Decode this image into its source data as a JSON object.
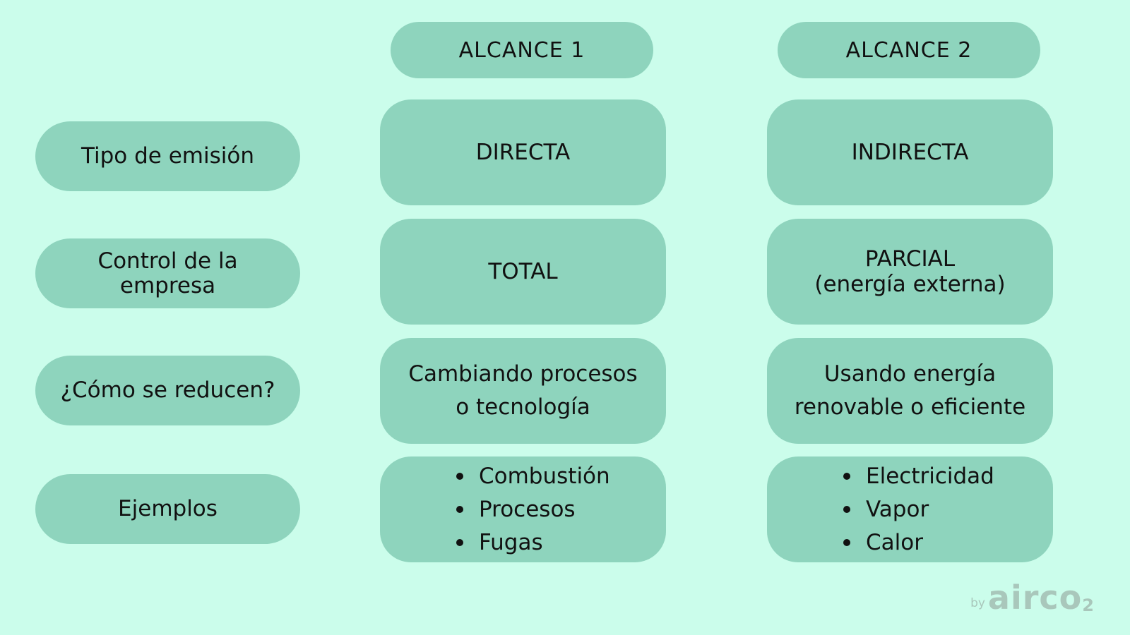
{
  "columns": [
    {
      "label": "ALCANCE 1"
    },
    {
      "label": "ALCANCE 2"
    }
  ],
  "rows": [
    {
      "label": "Tipo de emisión",
      "col1": "DIRECTA",
      "col2": "INDIRECTA"
    },
    {
      "label": "Control de la\nempresa",
      "col1": "TOTAL",
      "col2": "PARCIAL\n(energía externa)"
    },
    {
      "label": "¿Cómo se reducen?",
      "col1": "Cambiando procesos\no tecnología",
      "col2": "Usando energía\nrenovable o eficiente"
    },
    {
      "label": "Ejemplos",
      "col1_items": [
        "Combustión",
        "Procesos",
        "Fugas"
      ],
      "col2_items": [
        "Electricidad",
        "Vapor",
        "Calor"
      ]
    }
  ],
  "brand": {
    "by": "by",
    "logo": "airco",
    "subscript": "2"
  },
  "colors": {
    "background": "#cbfdeb",
    "pill": "#8ed4bd",
    "brand": "#a9c7bb"
  }
}
